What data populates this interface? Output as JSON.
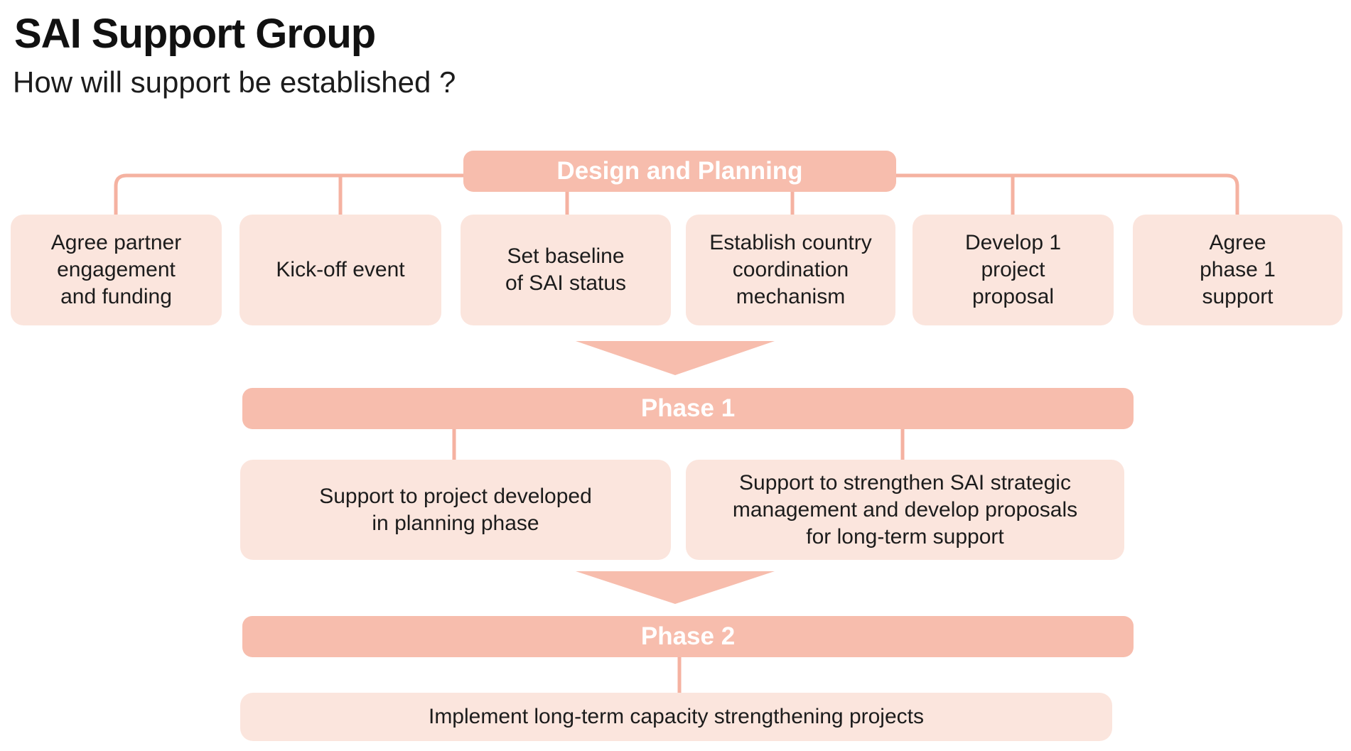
{
  "page": {
    "title": "SAI Support Group",
    "subtitle": "How will support be established ?"
  },
  "colors": {
    "header_fill": "#f7bdad",
    "box_fill": "#fbe5dd",
    "connector": "#f5b2a1",
    "header_text": "#ffffff",
    "body_text": "#1c1c1c"
  },
  "diagram": {
    "design_planning": {
      "header": "Design and Planning",
      "steps": [
        "Agree partner\nengagement\nand funding",
        "Kick-off event",
        "Set baseline\nof SAI status",
        "Establish country\ncoordination\nmechanism",
        "Develop 1\nproject\nproposal",
        "Agree\nphase 1\nsupport"
      ]
    },
    "phase1": {
      "header": "Phase 1",
      "items": [
        "Support to project developed\nin planning phase",
        "Support to strengthen SAI strategic\nmanagement and develop proposals\nfor long-term support"
      ]
    },
    "phase2": {
      "header": "Phase 2",
      "items": [
        "Implement long-term capacity strengthening projects"
      ]
    }
  }
}
